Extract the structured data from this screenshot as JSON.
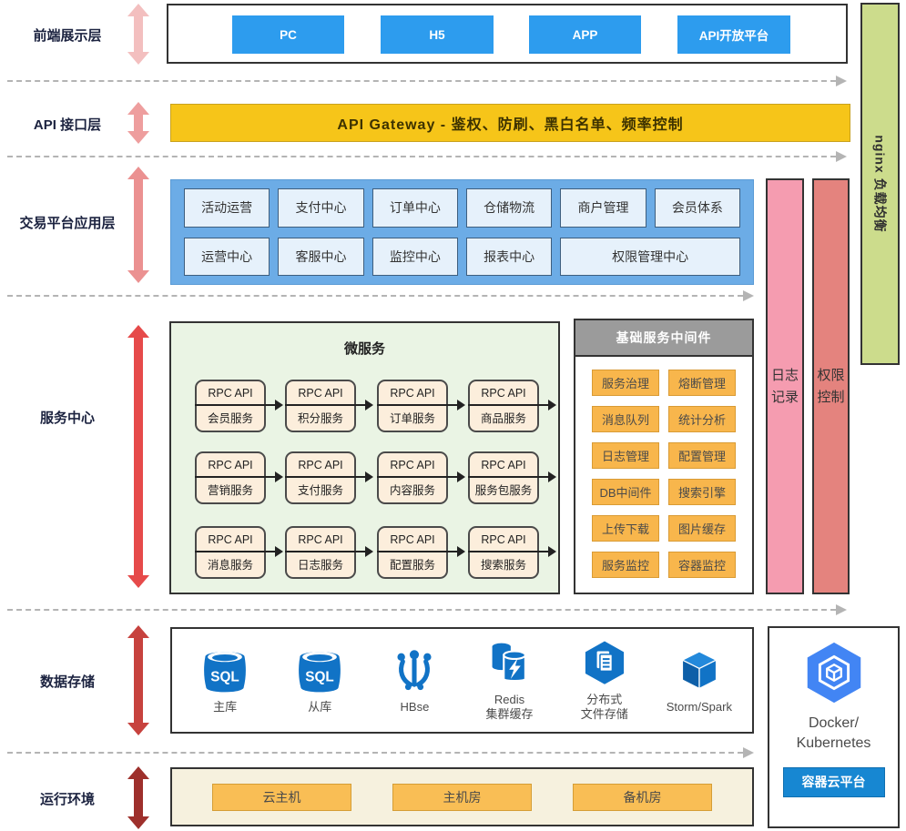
{
  "colors": {
    "frontend_button": "#2D9CEE",
    "gateway_bar": "#F6C519",
    "app_container": "#6CACE6",
    "app_cell": "#E6F1FB",
    "microservice_bg": "#EAF4E4",
    "rpc_box": "#FCEEDC",
    "middleware_header": "#9B9B9B",
    "middleware_button": "#F8B64C",
    "log_bar": "#F59CB0",
    "permission_bar": "#E4837E",
    "nginx_bar": "#CCDC8C",
    "runtime_bg": "#F6F1DE",
    "runtime_button": "#F9BE55",
    "storage_icon_blue": "#1173C6",
    "docker_hexagon": "#4285F4",
    "container_button": "#1787D2",
    "arrow_colors": [
      "#F3BFBF",
      "#EE9E9E",
      "#EB9191",
      "#E64A4A",
      "#C7423E",
      "#9E302C"
    ]
  },
  "layers": {
    "frontend": {
      "label": "前端展示层",
      "buttons": [
        "PC",
        "H5",
        "APP",
        "API开放平台"
      ]
    },
    "api_layer": {
      "label": "API 接口层",
      "gateway_text": "API Gateway - 鉴权、防刷、黑白名单、频率控制"
    },
    "application": {
      "label": "交易平台应用层",
      "row1": [
        "活动运营",
        "支付中心",
        "订单中心",
        "仓储物流",
        "商户管理",
        "会员体系"
      ],
      "row2": [
        "运营中心",
        "客服中心",
        "监控中心",
        "报表中心",
        "权限管理中心"
      ]
    },
    "service_center": {
      "label": "服务中心",
      "microservices_title": "微服务",
      "rpc_api_label": "RPC API",
      "rpc_services": [
        "会员服务",
        "积分服务",
        "订单服务",
        "商品服务",
        "营销服务",
        "支付服务",
        "内容服务",
        "服务包服务",
        "消息服务",
        "日志服务",
        "配置服务",
        "搜索服务"
      ],
      "middleware": {
        "title": "基础服务中间件",
        "items": [
          "服务治理",
          "熔断管理",
          "消息队列",
          "统计分析",
          "日志管理",
          "配置管理",
          "DB中间件",
          "搜索引擎",
          "上传下载",
          "图片缓存",
          "服务监控",
          "容器监控"
        ]
      }
    },
    "storage": {
      "label": "数据存储",
      "items": [
        {
          "icon": "sql-database-icon",
          "line1": "主库",
          "line2": ""
        },
        {
          "icon": "sql-database-icon",
          "line1": "从库",
          "line2": ""
        },
        {
          "icon": "hbase-icon",
          "line1": "HBse",
          "line2": ""
        },
        {
          "icon": "redis-cluster-icon",
          "line1": "Redis",
          "line2": "集群缓存"
        },
        {
          "icon": "distributed-file-icon",
          "line1": "分布式",
          "line2": "文件存储"
        },
        {
          "icon": "cube-icon",
          "line1": "Storm/Spark",
          "line2": ""
        }
      ]
    },
    "runtime": {
      "label": "运行环境",
      "buttons": [
        "云主机",
        "主机房",
        "备机房"
      ]
    }
  },
  "side": {
    "log_bar": {
      "line1": "日志",
      "line2": "记录"
    },
    "permission_bar": {
      "line1": "权限",
      "line2": "控制"
    },
    "nginx_bar": "nginx 负载均衡",
    "docker": {
      "line1": "Docker/",
      "line2": "Kubernetes",
      "button": "容器云平台"
    }
  }
}
